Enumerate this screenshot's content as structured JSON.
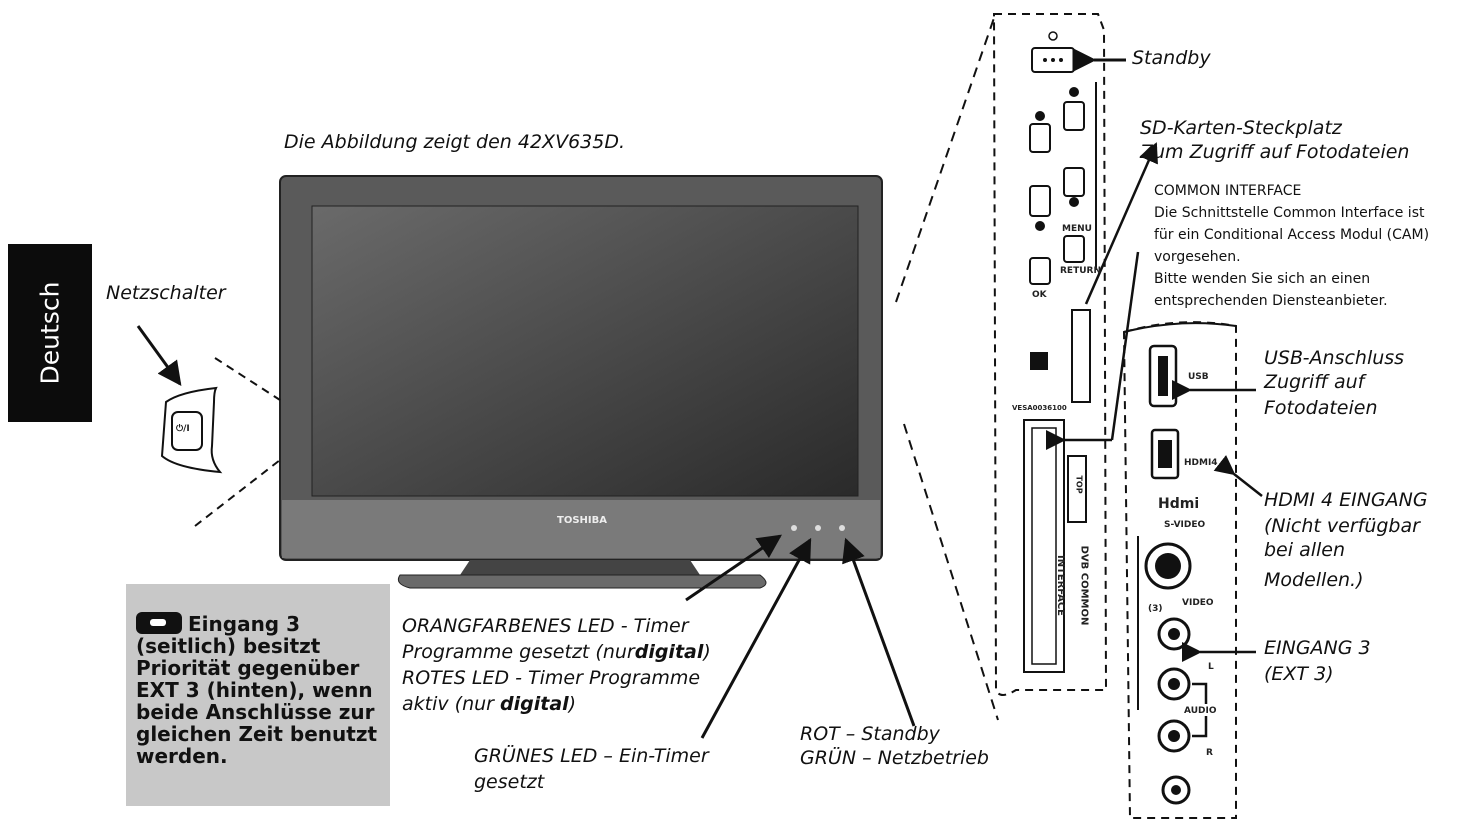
{
  "language_tab": "Deutsch",
  "caption": "Die Abbildung zeigt den 42XV635D.",
  "tv": {
    "brand": "TOSHIBA",
    "power_button_label": "⏻/I"
  },
  "labels": {
    "power_switch": "Netzschalter",
    "standby": "Standby",
    "sd_slot_line1": "SD-Karten-Steckplatz",
    "sd_slot_line2": "Zum Zugriff auf Fotodateien",
    "ci_title": "COMMON INTERFACE",
    "ci_line1": "Die Schnittstelle Common Interface ist",
    "ci_line2": "für ein Conditional Access Modul (CAM)",
    "ci_line3": "vorgesehen.",
    "ci_line4": "Bitte wenden Sie sich an einen",
    "ci_line5": "entsprechenden Diensteanbieter.",
    "usb_line1": "USB-Anschluss",
    "usb_line2": "Zugriff auf",
    "usb_line3": "Fotodateien",
    "hdmi_line1": "HDMI 4 EINGANG",
    "hdmi_line2": "(Nicht verfügbar",
    "hdmi_line3": "bei allen",
    "hdmi_line4": "Modellen.)",
    "ext3_line1": "EINGANG 3",
    "ext3_line2": "(EXT 3)",
    "led_orange_line1": "ORANGFARBENES LED - Timer",
    "led_orange_line2_a": "Programme gesetzt (nur",
    "led_orange_line2_b": "digital",
    "led_orange_line2_c": ")",
    "led_red_line1": "ROTES LED - Timer Programme",
    "led_red_line2_a": "aktiv (nur ",
    "led_red_line2_b": "digital",
    "led_red_line2_c": ")",
    "led_green_line1": "GRÜNES LED – Ein-Timer",
    "led_green_line2": "gesetzt",
    "status_line1": "ROT – Standby",
    "status_line2": "GRÜN – Netzbetrieb"
  },
  "note": {
    "line1": "Eingang 3",
    "line2": "(seitlich) besitzt",
    "line3": "Priorität gegenüber",
    "line4": "EXT 3 (hinten), wenn",
    "line5": "beide Anschlüsse zur",
    "line6": "gleichen Zeit benutzt",
    "line7": "werden."
  },
  "panel_texts": {
    "menu": "MENU",
    "return": "RETURN",
    "ok": "OK",
    "sd_code": "VESA0036100",
    "top": "TOP",
    "dvb_line1": "DVB COMMON",
    "dvb_line2": "INTERFACE",
    "usb_icon_text": "USB",
    "hdmi4": "HDMI4",
    "hdmi_logo": "Hdmi",
    "svideo": "S-VIDEO",
    "video": "VIDEO",
    "in3": "(3)",
    "audio": "AUDIO",
    "l": "L",
    "r": "R"
  },
  "colors": {
    "note_bg": "#c8c8c8",
    "tab_bg": "#0c0c0c",
    "tv_frame": "#555555",
    "tv_screen": "#3a3a3a"
  }
}
